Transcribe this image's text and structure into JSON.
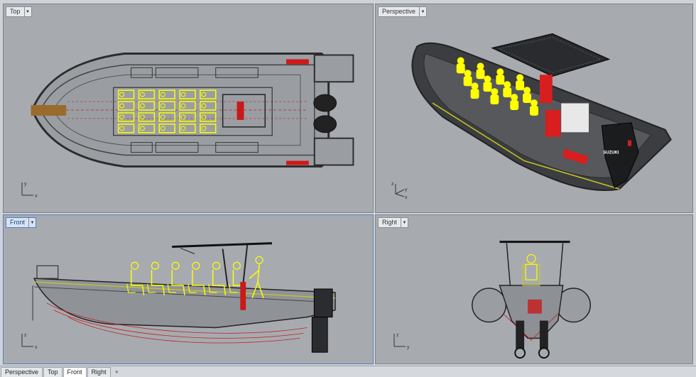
{
  "viewports": {
    "top": {
      "label": "Top",
      "axes": [
        "y",
        "x"
      ]
    },
    "perspective": {
      "label": "Perspective",
      "axes": [
        "z",
        "y",
        "x"
      ]
    },
    "front": {
      "label": "Front",
      "axes": [
        "z",
        "x"
      ]
    },
    "right": {
      "label": "Right",
      "axes": [
        "z",
        "y"
      ]
    }
  },
  "model": {
    "engine_brand": "SUZUKI"
  },
  "tabs": [
    "Perspective",
    "Top",
    "Front",
    "Right"
  ],
  "tab_add_icon": "+",
  "colors": {
    "viewport_bg": "#a7abb0",
    "active_border": "#5a7fb8",
    "seat_yellow": "#ffff00",
    "accent_red": "#e01010",
    "hull_dark": "#3c3d40"
  }
}
